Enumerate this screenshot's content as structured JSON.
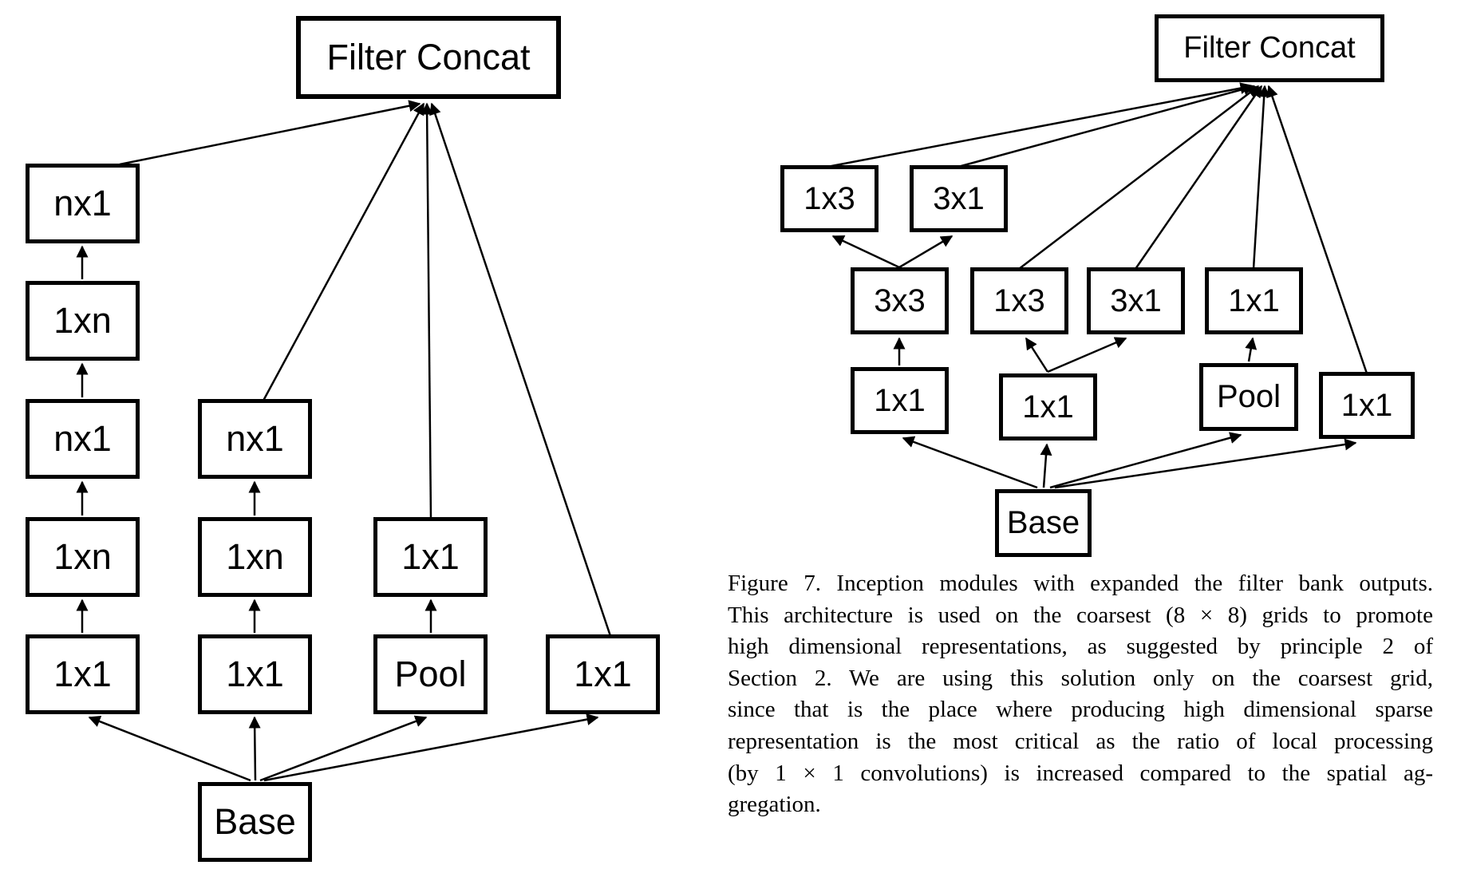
{
  "page": {
    "background": "#ffffff",
    "ink": "#000000"
  },
  "diagram_left": {
    "filter_concat_label": "Filter Concat",
    "base_label": "Base",
    "col1": [
      "nx1",
      "1xn",
      "nx1",
      "1xn",
      "1x1"
    ],
    "col2": [
      "nx1",
      "1xn",
      "1x1"
    ],
    "col3": [
      "1x1",
      "Pool"
    ],
    "col4": [
      "1x1"
    ]
  },
  "diagram_right": {
    "filter_concat_label": "Filter Concat",
    "base_label": "Base",
    "row2": [
      "1x3",
      "3x1"
    ],
    "row3": [
      "3x3",
      "1x3",
      "3x1",
      "1x1"
    ],
    "row4": [
      "1x1",
      "1x1",
      "Pool",
      "1x1"
    ]
  },
  "caption": {
    "lines": [
      "Figure 7. Inception modules with expanded the filter bank outputs.",
      "This architecture is used on the coarsest (8 × 8) grids to promote",
      "high dimensional representations, as suggested by principle 2 of",
      "Section 2.  We are using this solution only on the coarsest grid,",
      "since that is the place where producing high dimensional sparse",
      "representation is the most critical as the ratio of local processing",
      "(by 1 × 1 convolutions) is increased compared to the spatial ag-",
      "gregation."
    ]
  }
}
